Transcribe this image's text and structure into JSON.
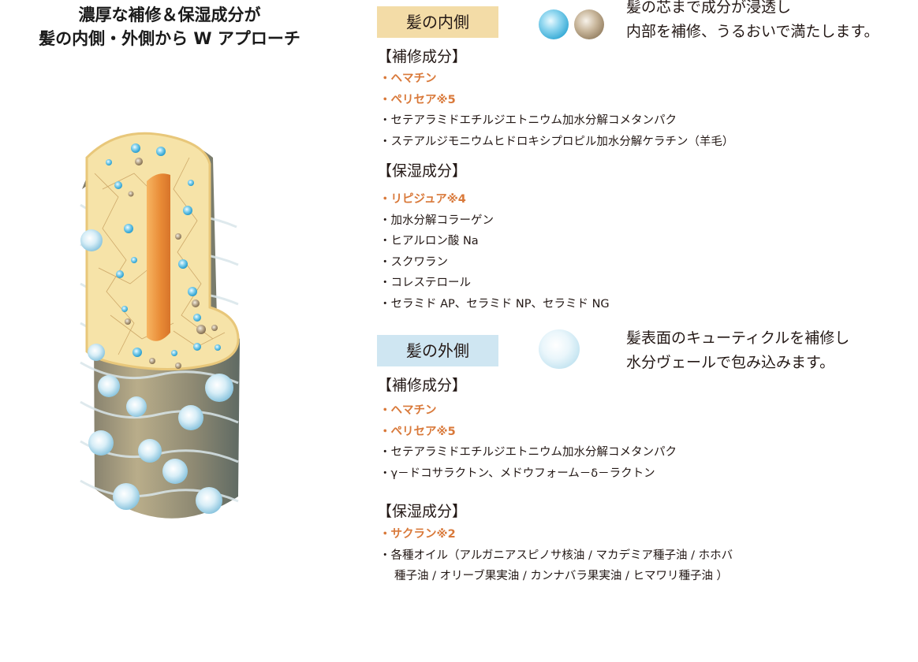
{
  "headline": {
    "line1": "濃厚な補修＆保湿成分が",
    "line2": "髪の内側・外側から W アプローチ"
  },
  "colors": {
    "highlight": "#d9793a",
    "inner_tag_bg": "#f3dca7",
    "outer_tag_bg": "#cfe6f2"
  },
  "inner": {
    "tag": "髪の内側",
    "desc_line1": "髪の芯まで成分が浸透し",
    "desc_line2": "内部を補修、うるおいで満たします。",
    "repair": {
      "title": "【補修成分】",
      "items": [
        "・ヘマチン",
        "・ペリセア※5",
        "・セテアラミドエチルジエトニウム加水分解コメタンパク",
        "・ステアルジモニウムヒドロキシプロピル加水分解ケラチン（羊毛）"
      ]
    },
    "moist": {
      "title": "【保湿成分】",
      "items": [
        "・リピジュア※4",
        "・加水分解コラーゲン",
        "・ヒアルロン酸 Na",
        "・スクワラン",
        "・コレステロール",
        "・セラミド AP、セラミド NP、セラミド NG"
      ]
    }
  },
  "outer": {
    "tag": "髪の外側",
    "desc_line1": "髪表面のキューティクルを補修し",
    "desc_line2": "水分ヴェールで包み込みます。",
    "repair": {
      "title": "【補修成分】",
      "items": [
        "・ヘマチン",
        "・ペリセア※5",
        "・セテアラミドエチルジエトニウム加水分解コメタンパク",
        "・γ－ドコサラクトン、メドウフォーム－δ－ラクトン"
      ]
    },
    "moist": {
      "title": "【保湿成分】",
      "items": [
        "・サクラン※2",
        "・各種オイル（アルガニアスピノサ核油 / マカデミア種子油 / ホホバ",
        "種子油 / オリーブ果実油 / カンナバラ果実油 / ヒマワリ種子油 ）"
      ]
    }
  }
}
